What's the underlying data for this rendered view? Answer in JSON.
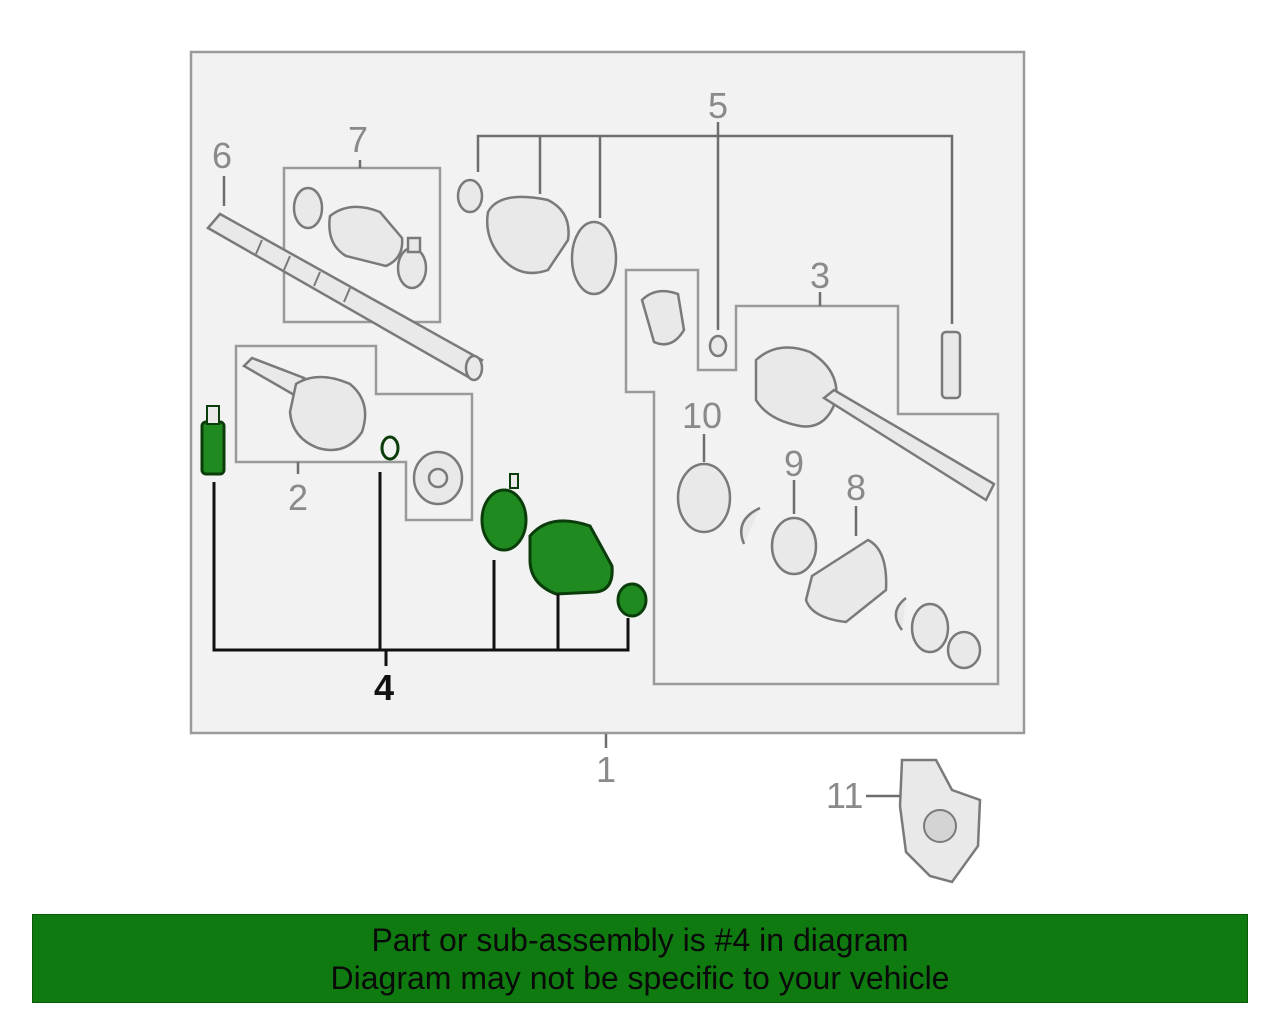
{
  "diagram": {
    "callouts": {
      "c1": "1",
      "c2": "2",
      "c3": "3",
      "c4": "4",
      "c5": "5",
      "c6": "6",
      "c7": "7",
      "c8": "8",
      "c9": "9",
      "c10": "10",
      "c11": "11"
    },
    "highlighted_part": "4",
    "colors": {
      "highlight": "#1f8a1f",
      "banner": "#0f7a0f",
      "frame": "#9a9a9a"
    }
  },
  "banner": {
    "line1": "Part or sub-assembly is #4 in diagram",
    "line2": "Diagram may not be specific to your vehicle"
  }
}
